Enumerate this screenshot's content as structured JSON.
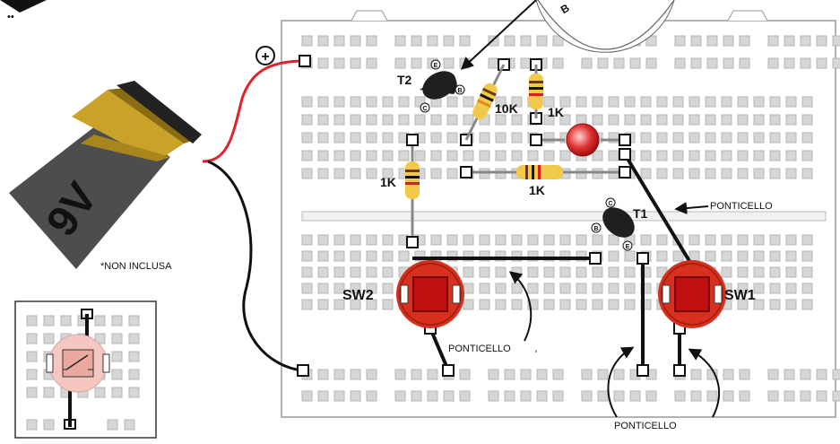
{
  "battery": {
    "voltage_label": "9V",
    "note": "*NON INCLUSA",
    "plus_symbol": "+"
  },
  "components": {
    "t2_label": "T2",
    "t1_label": "T1",
    "r_10k_label": "10K",
    "r_1k_top_label": "1K",
    "r_1k_left_label": "1K",
    "r_1k_mid_label": "1K",
    "sw1_label": "SW1",
    "sw2_label": "SW2",
    "pin_e": "E",
    "pin_b": "B",
    "pin_c": "C"
  },
  "callouts": {
    "ponticello_right": "PONTICELLO",
    "ponticello_center": "PONTICELLO",
    "ponticello_bottom": "PONTICELLO"
  },
  "colors": {
    "board": "#ffffff",
    "hole": "#cfcfcf",
    "hole_border": "#b5b5b5",
    "wire_red": "#e4212b",
    "wire_black": "#111111",
    "resistor": "#f2c94c",
    "switch": "#d8301f",
    "led": "#e23030",
    "battery_gold": "#c9a227",
    "battery_gray": "#4d4d4d"
  },
  "icons": [
    "plus-icon",
    "arrow-icon",
    "switch-symbol-icon"
  ]
}
